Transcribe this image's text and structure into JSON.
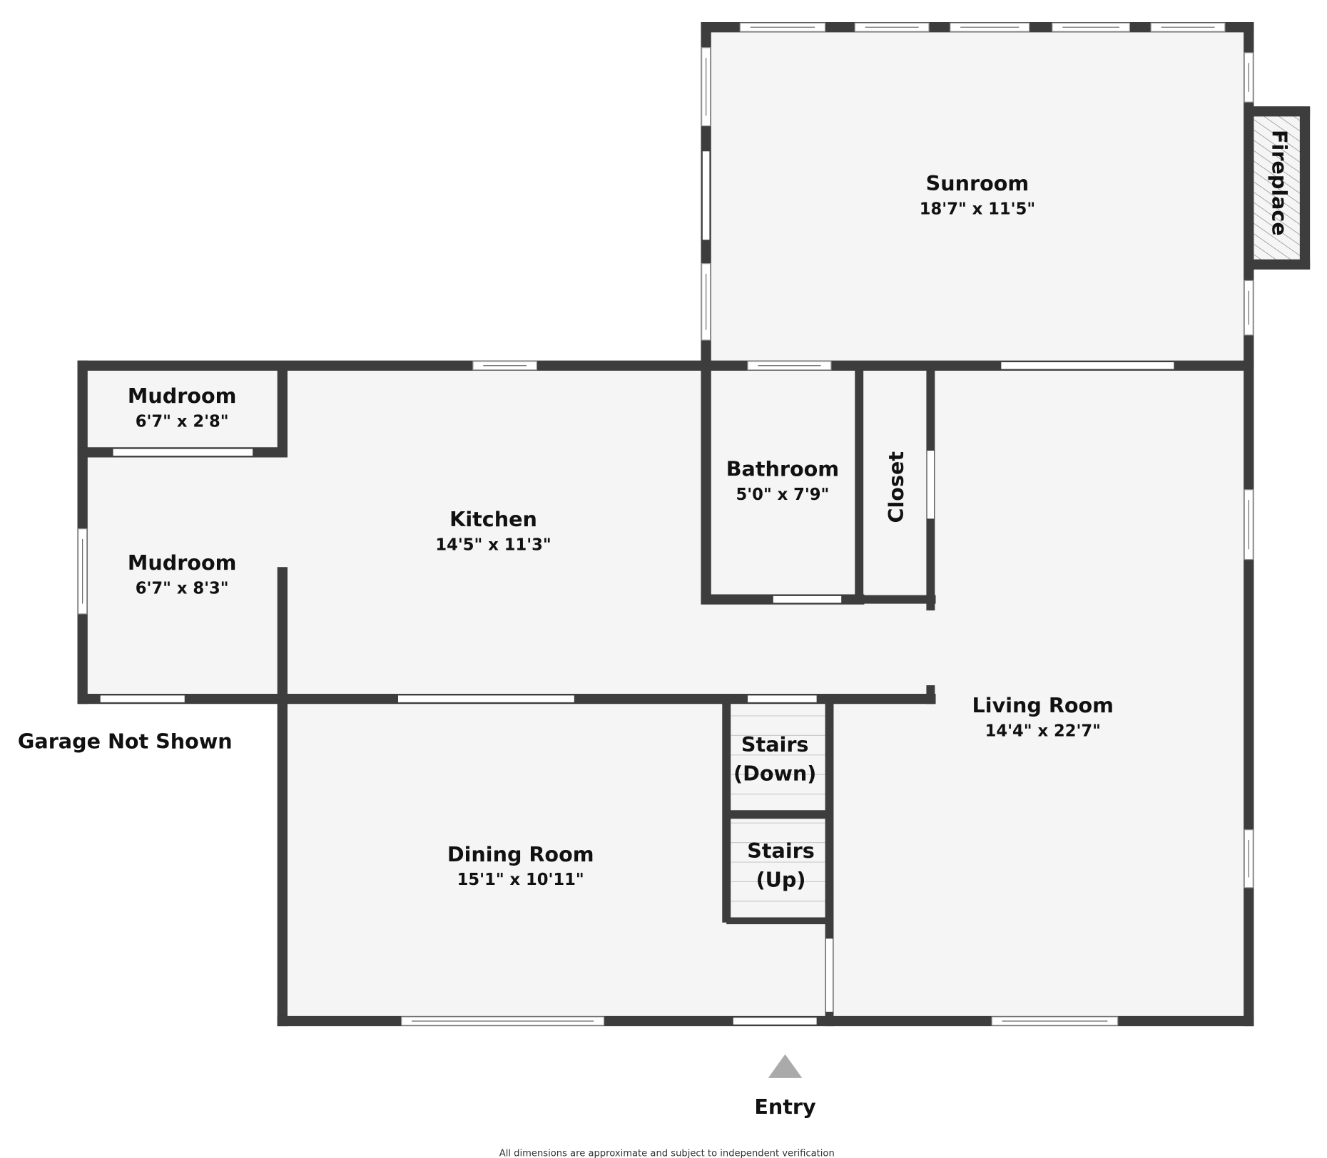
{
  "rooms": {
    "sunroom": {
      "name": "Sunroom",
      "dims": "18'7\" x 11'5\""
    },
    "fireplace": {
      "name": "Fireplace"
    },
    "mudroom_upper": {
      "name": "Mudroom",
      "dims": "6'7\" x 2'8\""
    },
    "mudroom_lower": {
      "name": "Mudroom",
      "dims": "6'7\" x 8'3\""
    },
    "kitchen": {
      "name": "Kitchen",
      "dims": "14'5\" x 11'3\""
    },
    "bathroom": {
      "name": "Bathroom",
      "dims": "5'0\" x 7'9\""
    },
    "closet": {
      "name": "Closet"
    },
    "living_room": {
      "name": "Living Room",
      "dims": "14'4\" x 22'7\""
    },
    "dining_room": {
      "name": "Dining Room",
      "dims": "15'1\" x 10'11\""
    },
    "stairs_down": {
      "line1": "Stairs",
      "line2": "(Down)"
    },
    "stairs_up": {
      "line1": "Stairs",
      "line2": "(Up)"
    }
  },
  "notes": {
    "garage": "Garage Not Shown",
    "entry": "Entry",
    "disclaimer": "All dimensions are approximate and subject to independent verification"
  },
  "colors": {
    "wall": "#3d3d3d",
    "floor": "#f5f5f5",
    "entry_arrow": "#aaaaaa"
  }
}
